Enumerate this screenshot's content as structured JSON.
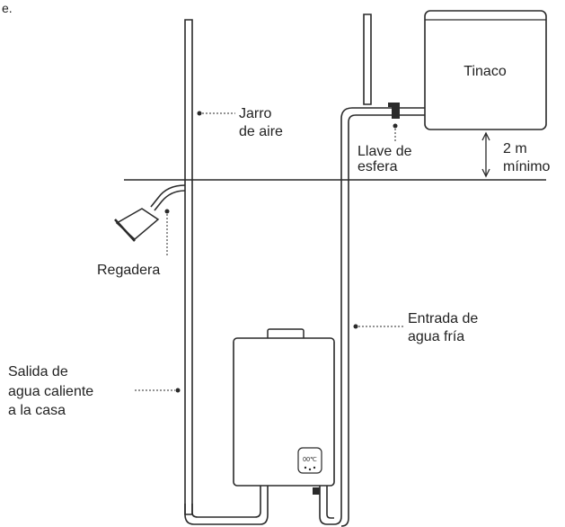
{
  "top_text": "e.",
  "labels": {
    "tank": "Tinaco",
    "air_pipe": [
      "Jarro",
      "de aire"
    ],
    "valve": [
      "Llave de",
      "esfera"
    ],
    "height": [
      "2 m",
      "mínimo"
    ],
    "shower": "Regadera",
    "cold_inlet": [
      "Entrada de",
      "agua fría"
    ],
    "hot_outlet": [
      "Salida de",
      "agua caliente",
      "a la casa"
    ]
  },
  "heater_display": "00℃"
}
